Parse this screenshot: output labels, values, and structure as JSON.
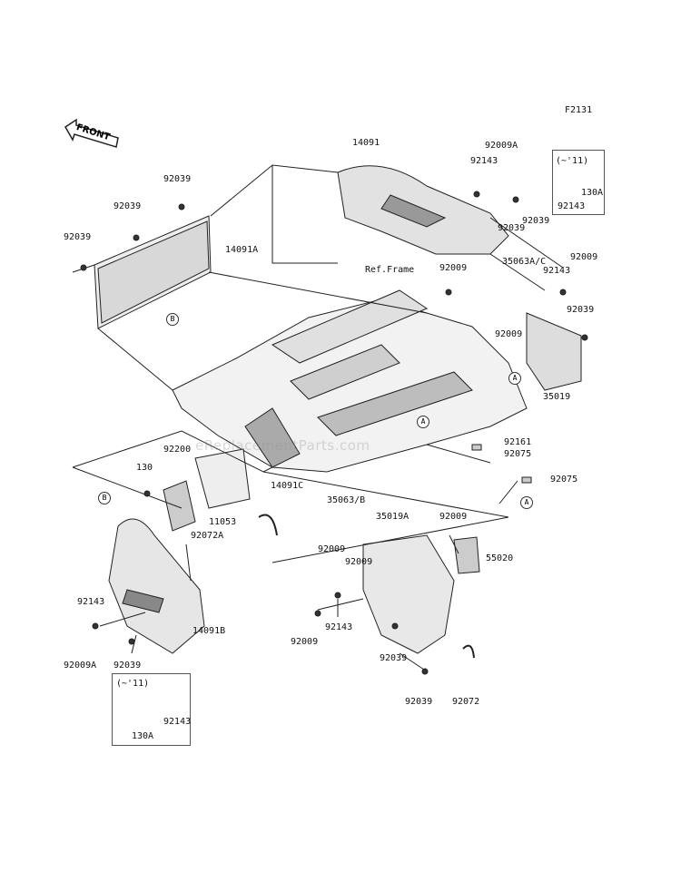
{
  "figure_code": "F2131",
  "front_label": "FRONT",
  "watermark": "eReplacementParts.com",
  "ref_frame": "Ref.Frame",
  "parts": {
    "p14091": "14091",
    "p14091a": "14091A",
    "p14091b": "14091B",
    "p14091c": "14091C",
    "p92009a_top": "92009A",
    "p92143_top": "92143",
    "p92039_top1": "92039",
    "p92039_top2": "92039",
    "p92039_left": "92039",
    "p92039_right": "92039",
    "p92039_mid": "92039",
    "p92039_bot1": "92039",
    "p92039_bot2": "92039",
    "p92039_bot3": "92039",
    "p92039_r2": "92039",
    "p35063ac": "35063A/C",
    "p92009_r1": "92009",
    "p92009_r2": "92009",
    "p92009_r3": "92009",
    "p92143_r": "92143",
    "p35019": "35019",
    "p92161": "92161",
    "p92075_1": "92075",
    "p92075_2": "92075",
    "p92200": "92200",
    "p130": "130",
    "p11053": "11053",
    "p92072a": "92072A",
    "p35063b": "35063/B",
    "p35019a": "35019A",
    "p92009_m1": "92009",
    "p92009_m2": "92009",
    "p92009_m3": "92009",
    "p92009_b": "92009",
    "p55020": "55020",
    "p92143_b": "92143",
    "p92143_l": "92143",
    "p92009a_l": "92009A",
    "p92072": "92072"
  },
  "inset_top": {
    "note": "(~'11)",
    "p92143": "92143",
    "p130a": "130A"
  },
  "inset_bottom": {
    "note": "(~'11)",
    "p92143": "92143",
    "p130a": "130A"
  },
  "refs": {
    "a1": "A",
    "a2": "A",
    "a3": "A",
    "b1": "B",
    "b2": "B"
  }
}
